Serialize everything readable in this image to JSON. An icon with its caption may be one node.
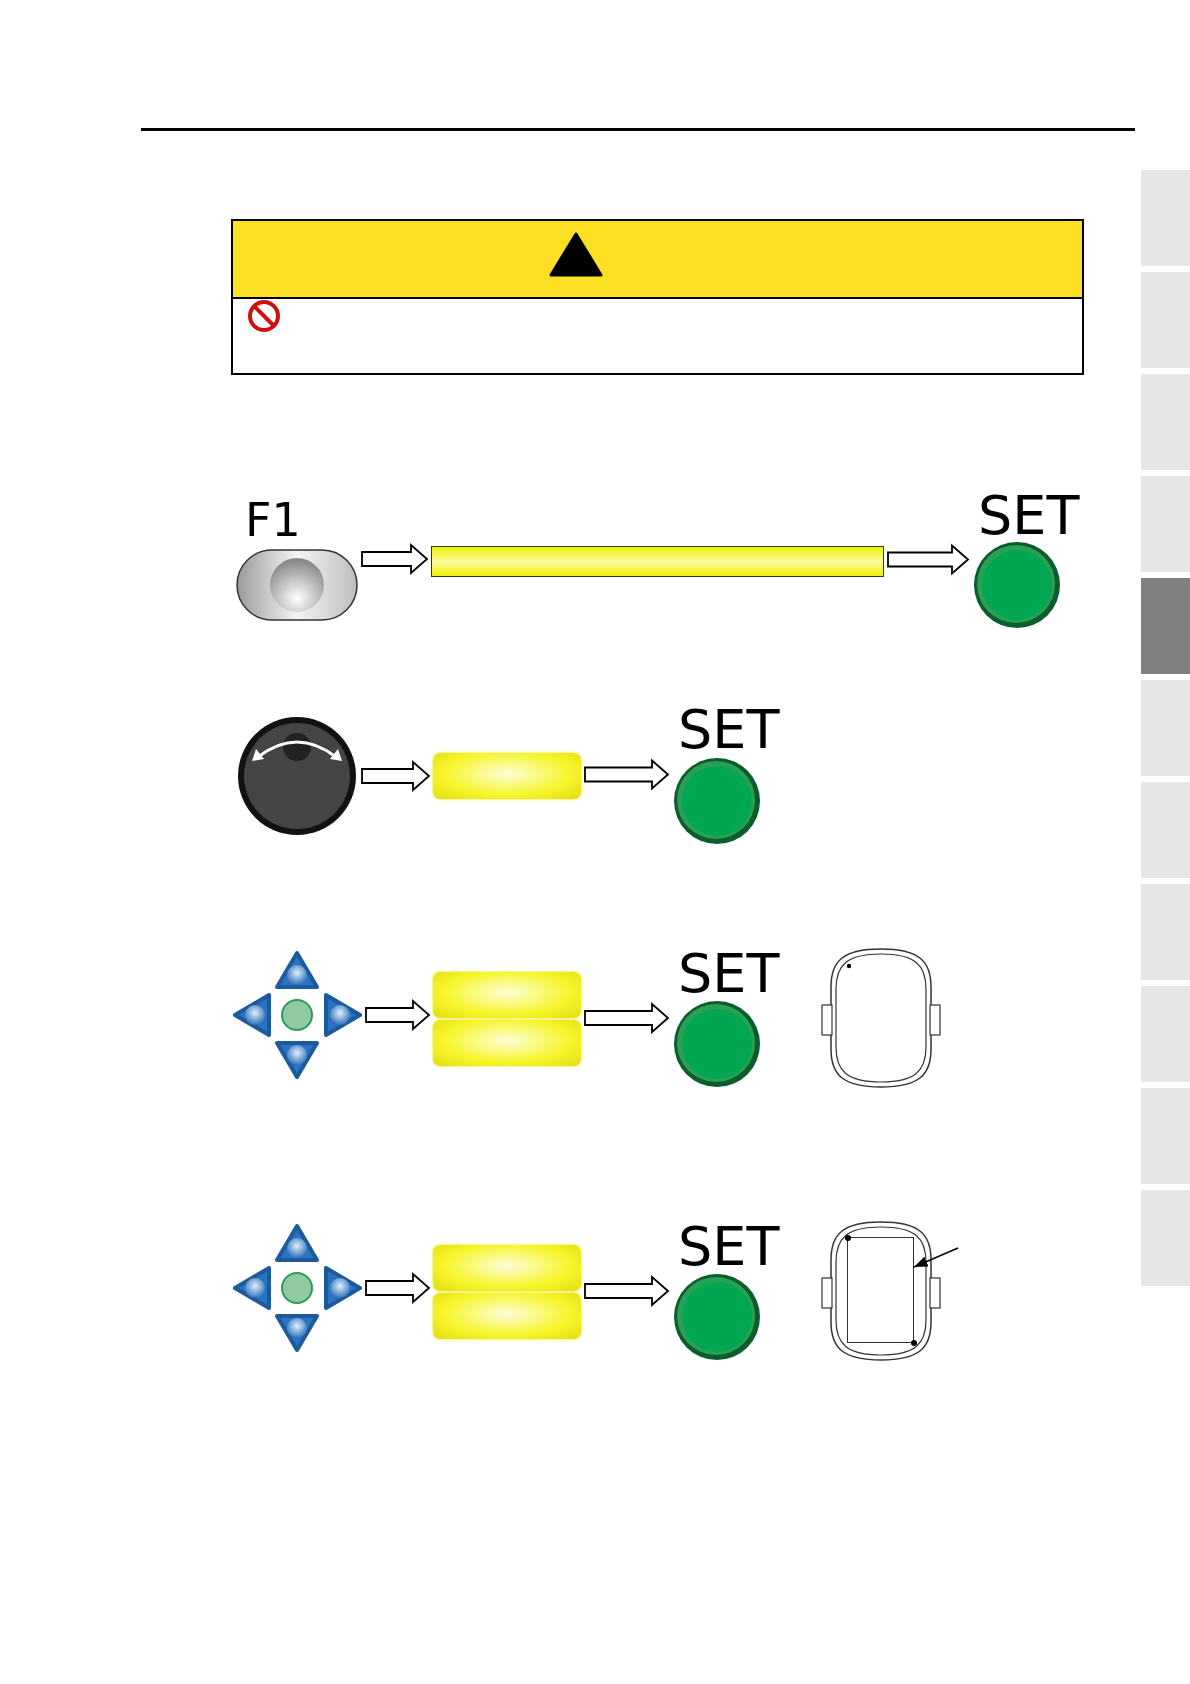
{
  "diagram": {
    "nodes": [
      {
        "text": [
          "F1"
        ]
      },
      {
        "text": [],
        "shape": "bar"
      },
      {
        "text": [
          "SET"
        ]
      },
      {
        "text": [],
        "shape": "circle"
      },
      {
        "text": [],
        "shape": "bar"
      },
      {
        "text": [
          "SET"
        ]
      },
      {
        "text": [],
        "shape": "picture"
      },
      {
        "text": [],
        "shape": "bar"
      },
      {
        "text": [],
        "shape": "bar"
      },
      {
        "text": [
          "SET"
        ]
      },
      {
        "text": [],
        "shape": "picture"
      },
      {
        "text": [],
        "shape": "bar"
      },
      {
        "text": [],
        "shape": "bar"
      },
      {
        "text": [
          "SET"
        ]
      },
      {
        "text": [],
        "shape": "box"
      }
    ],
    "edges": [
      {
        "from": 0,
        "to": 1,
        "arrow": "to"
      },
      {
        "from": 1,
        "to": 2,
        "arrow": "to"
      },
      {
        "from": 3,
        "to": 4,
        "arrow": "to"
      },
      {
        "from": 4,
        "to": 5,
        "arrow": "to"
      },
      {
        "from": 6,
        "to": 7,
        "arrow": "to"
      },
      {
        "from": 6,
        "to": 8,
        "arrow": "to"
      },
      {
        "from": 7,
        "to": 9,
        "arrow": "to"
      },
      {
        "from": 8,
        "to": 9,
        "arrow": "to"
      },
      {
        "from": 10,
        "to": 11,
        "arrow": "to"
      },
      {
        "from": 10,
        "to": 12,
        "arrow": "to"
      },
      {
        "from": 11,
        "to": 13,
        "arrow": "to"
      },
      {
        "from": 12,
        "to": 13,
        "arrow": "to"
      },
      {
        "from": null,
        "to": 14,
        "arrow": "to"
      }
    ]
  }
}
